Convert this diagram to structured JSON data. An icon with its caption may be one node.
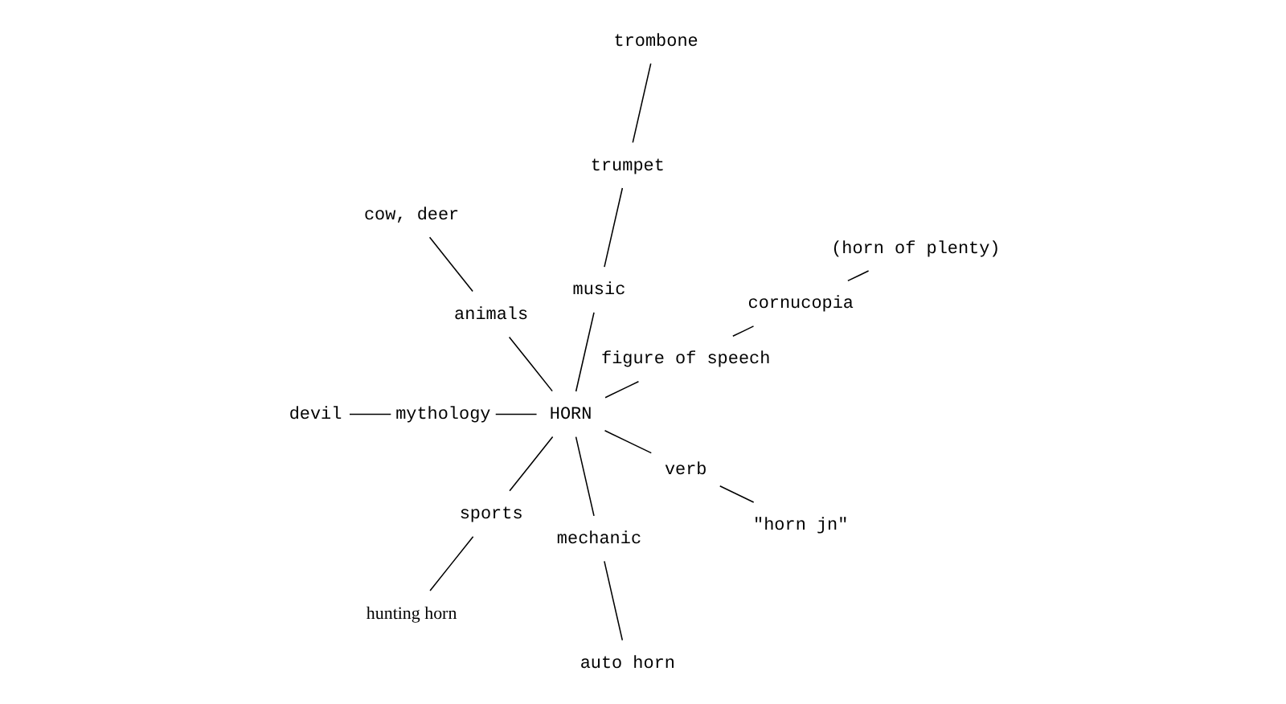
{
  "diagram": {
    "nodes": [
      {
        "text": [
          "HORN"
        ]
      },
      {
        "text": [
          "hunting horn"
        ]
      },
      {
        "text": [
          "sports"
        ]
      },
      {
        "text": [
          "auto horn"
        ]
      },
      {
        "text": [
          "mechanic"
        ]
      },
      {
        "text": [
          "\"horn jn\""
        ]
      },
      {
        "text": [
          "verb"
        ]
      },
      {
        "text": [
          "figure of speech"
        ]
      },
      {
        "text": [
          "music"
        ]
      },
      {
        "text": [
          "cornucopia"
        ]
      },
      {
        "text": [
          "trumpet"
        ]
      },
      {
        "text": [
          "trombone"
        ]
      },
      {
        "text": [
          "animals"
        ]
      },
      {
        "text": [
          "cow, deer"
        ]
      },
      {
        "text": [
          "mythology"
        ]
      },
      {
        "text": [
          "devil"
        ]
      },
      {
        "text": [
          "(horn of plenty)"
        ]
      }
    ],
    "edges": [
      {
        "from": 1,
        "to": 2,
        "arrow": "none"
      },
      {
        "from": 2,
        "to": 0,
        "arrow": "none"
      },
      {
        "from": 3,
        "to": 4,
        "arrow": "none"
      },
      {
        "from": 4,
        "to": 0,
        "arrow": "none"
      },
      {
        "from": 5,
        "to": 6,
        "arrow": "none"
      },
      {
        "from": 6,
        "to": 0,
        "arrow": "none"
      },
      {
        "from": 0,
        "to": 7,
        "arrow": "none"
      },
      {
        "from": 7,
        "to": 9,
        "arrow": "none"
      },
      {
        "from": 9,
        "to": 16,
        "arrow": "none"
      },
      {
        "from": 0,
        "to": 8,
        "arrow": "none"
      },
      {
        "from": 8,
        "to": 10,
        "arrow": "none"
      },
      {
        "from": 10,
        "to": 11,
        "arrow": "none"
      },
      {
        "from": 0,
        "to": 12,
        "arrow": "none"
      },
      {
        "from": 12,
        "to": 13,
        "arrow": "none"
      },
      {
        "from": 0,
        "to": 14,
        "arrow": "none"
      },
      {
        "from": 14,
        "to": 15,
        "arrow": "none"
      }
    ]
  }
}
